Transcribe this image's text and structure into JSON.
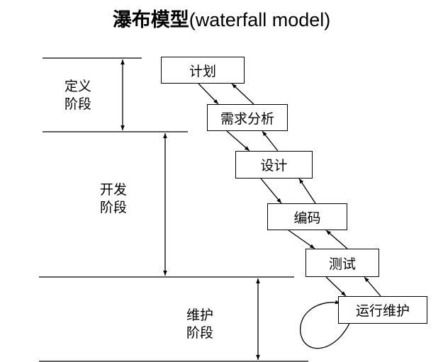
{
  "title": {
    "zh": "瀑布模型",
    "en": "(waterfall model)"
  },
  "stages": [
    {
      "label": "计划"
    },
    {
      "label": "需求分析"
    },
    {
      "label": "设计"
    },
    {
      "label": "编码"
    },
    {
      "label": "测试"
    },
    {
      "label": "运行维护"
    }
  ],
  "phases": [
    {
      "line1": "定义",
      "line2": "阶段"
    },
    {
      "line1": "开发",
      "line2": "阶段"
    },
    {
      "line1": "维护",
      "line2": "阶段"
    }
  ],
  "colors": {
    "line": "#000000",
    "box_border": "#000000",
    "background": "#ffffff"
  }
}
